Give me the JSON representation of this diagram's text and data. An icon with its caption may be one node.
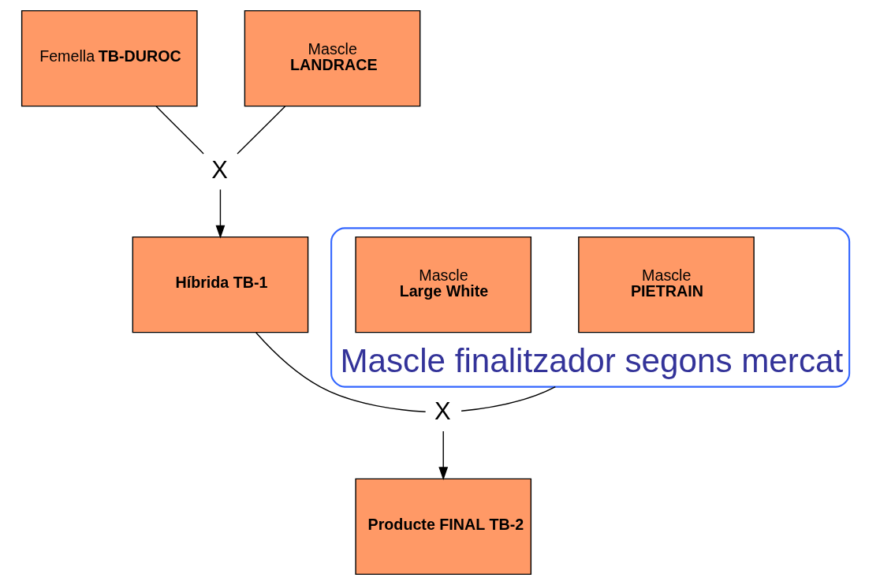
{
  "diagram": {
    "nodes": [
      {
        "text": [
          "Femella **TB-DUROC**"
        ]
      },
      {
        "text": [
          "Mascle",
          "LANDRACE"
        ]
      },
      {
        "text": [
          "X"
        ]
      },
      {
        "text": [
          "Híbrida TB-1"
        ]
      },
      {
        "text": [
          "Mascle finalitzador segons mercat"
        ]
      },
      {
        "text": [
          "Mascle",
          "PIETRAIN"
        ],
        "in": 4
      },
      {
        "text": [
          "Mascle",
          "Large White"
        ],
        "in": 4
      },
      {
        "text": [
          "X"
        ]
      },
      {
        "text": [
          "Producte FINAL TB-2"
        ]
      }
    ],
    "edges": [
      {
        "from": 0,
        "to": 2,
        "arrow": "none"
      },
      {
        "from": 1,
        "to": 2,
        "arrow": "none"
      },
      {
        "from": 2,
        "to": 3,
        "arrow": "to"
      },
      {
        "from": 4,
        "to": 7,
        "arrow": "none"
      },
      {
        "from": 3,
        "to": 7,
        "arrow": "none"
      },
      {
        "from": 7,
        "to": 8,
        "arrow": "to"
      }
    ]
  }
}
